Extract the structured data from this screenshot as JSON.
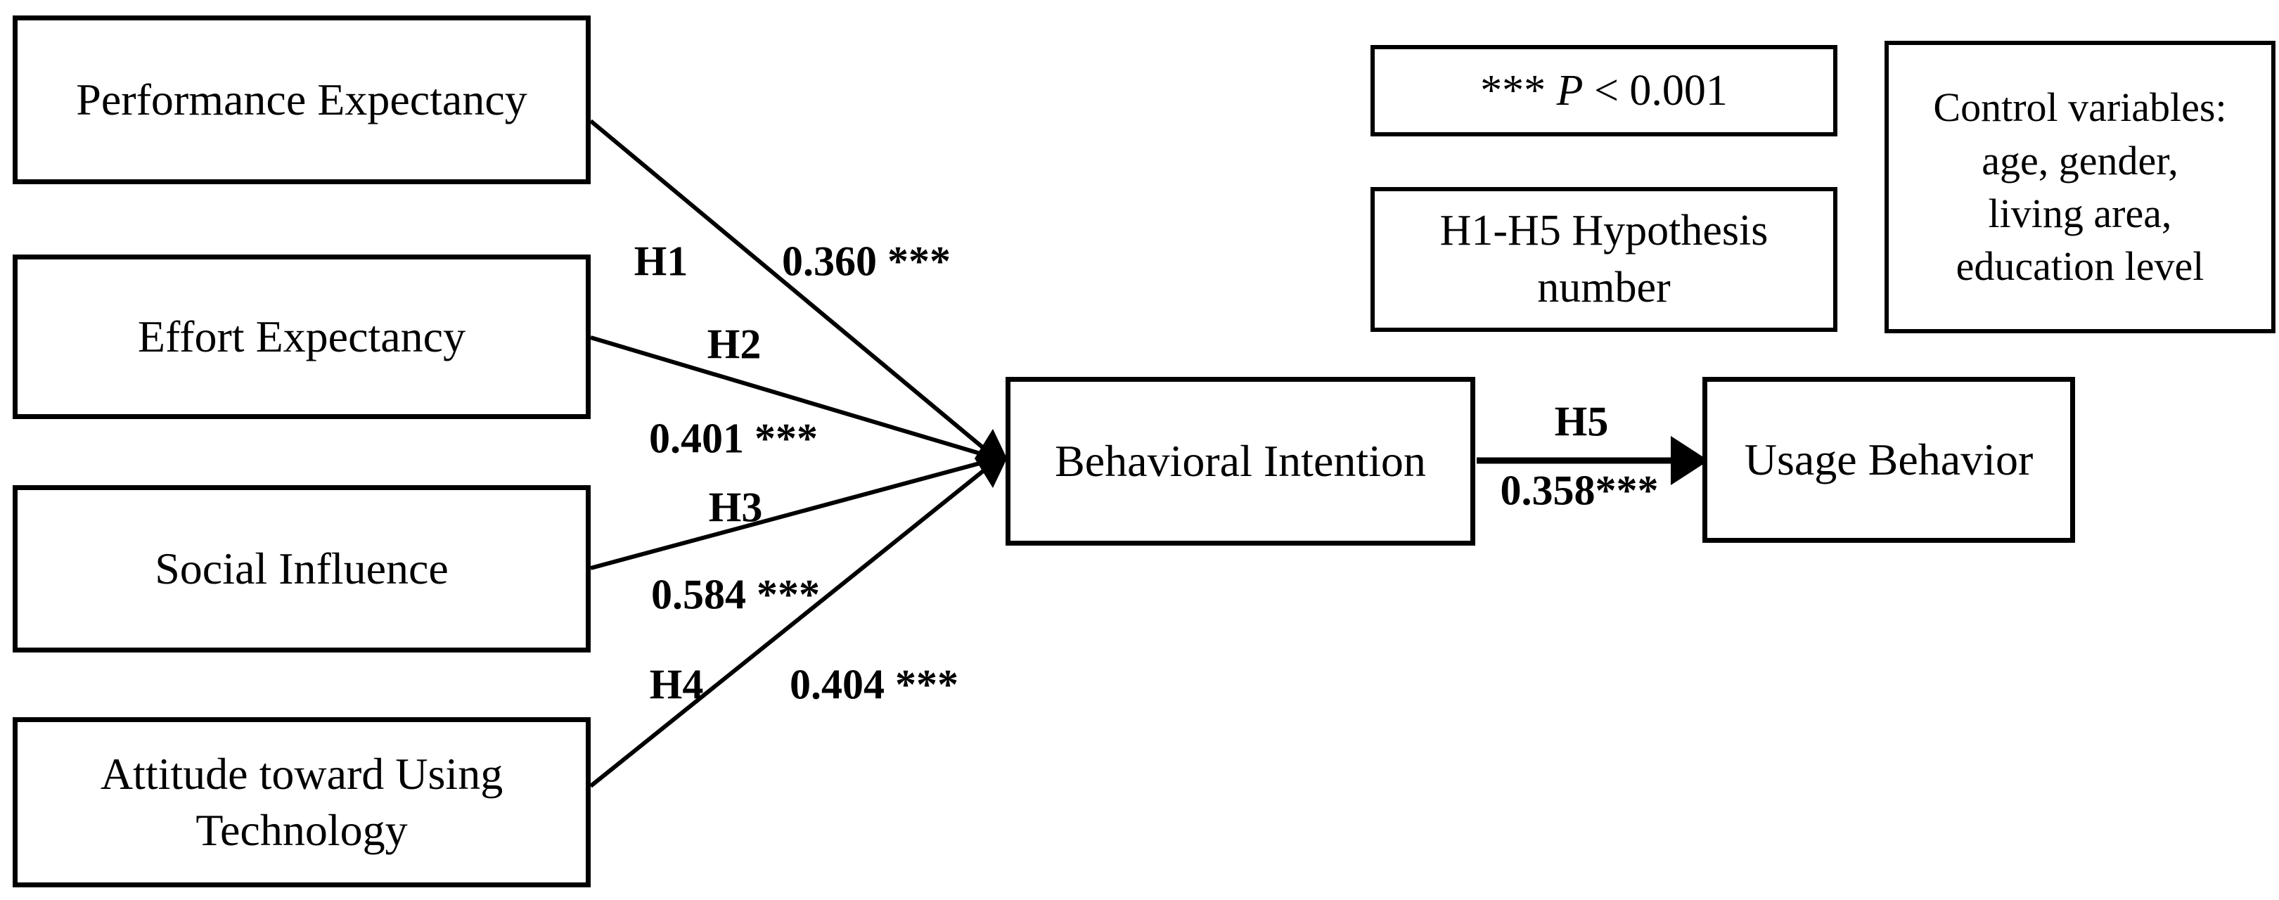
{
  "diagram": {
    "predictors": [
      {
        "id": "performance-expectancy",
        "label": "Performance Expectancy",
        "hypothesis": "H1",
        "coefficient": "0.360 ***"
      },
      {
        "id": "effort-expectancy",
        "label": "Effort Expectancy",
        "hypothesis": "H2",
        "coefficient": "0.401 ***"
      },
      {
        "id": "social-influence",
        "label": "Social Influence",
        "hypothesis": "H3",
        "coefficient": "0.584 ***"
      },
      {
        "id": "attitude",
        "label": "Attitude toward Using Technology",
        "hypothesis": "H4",
        "coefficient": "0.404 ***"
      }
    ],
    "mediator": {
      "label": "Behavioral Intention"
    },
    "outcome": {
      "label": "Usage Behavior"
    },
    "final_path": {
      "hypothesis": "H5",
      "coefficient": "0.358***"
    },
    "legend": {
      "significance_prefix": "*** ",
      "significance_p": "P",
      "significance_suffix": " < 0.001",
      "hypothesis_note_line1": "H1-H5 Hypothesis",
      "hypothesis_note_line2": "number",
      "control_variables_lines": [
        "Control variables:",
        "age, gender,",
        "living area,",
        "education level"
      ]
    },
    "colors": {
      "line": "#000000",
      "box_border": "#000000",
      "text": "#000000",
      "background": "#ffffff"
    }
  }
}
